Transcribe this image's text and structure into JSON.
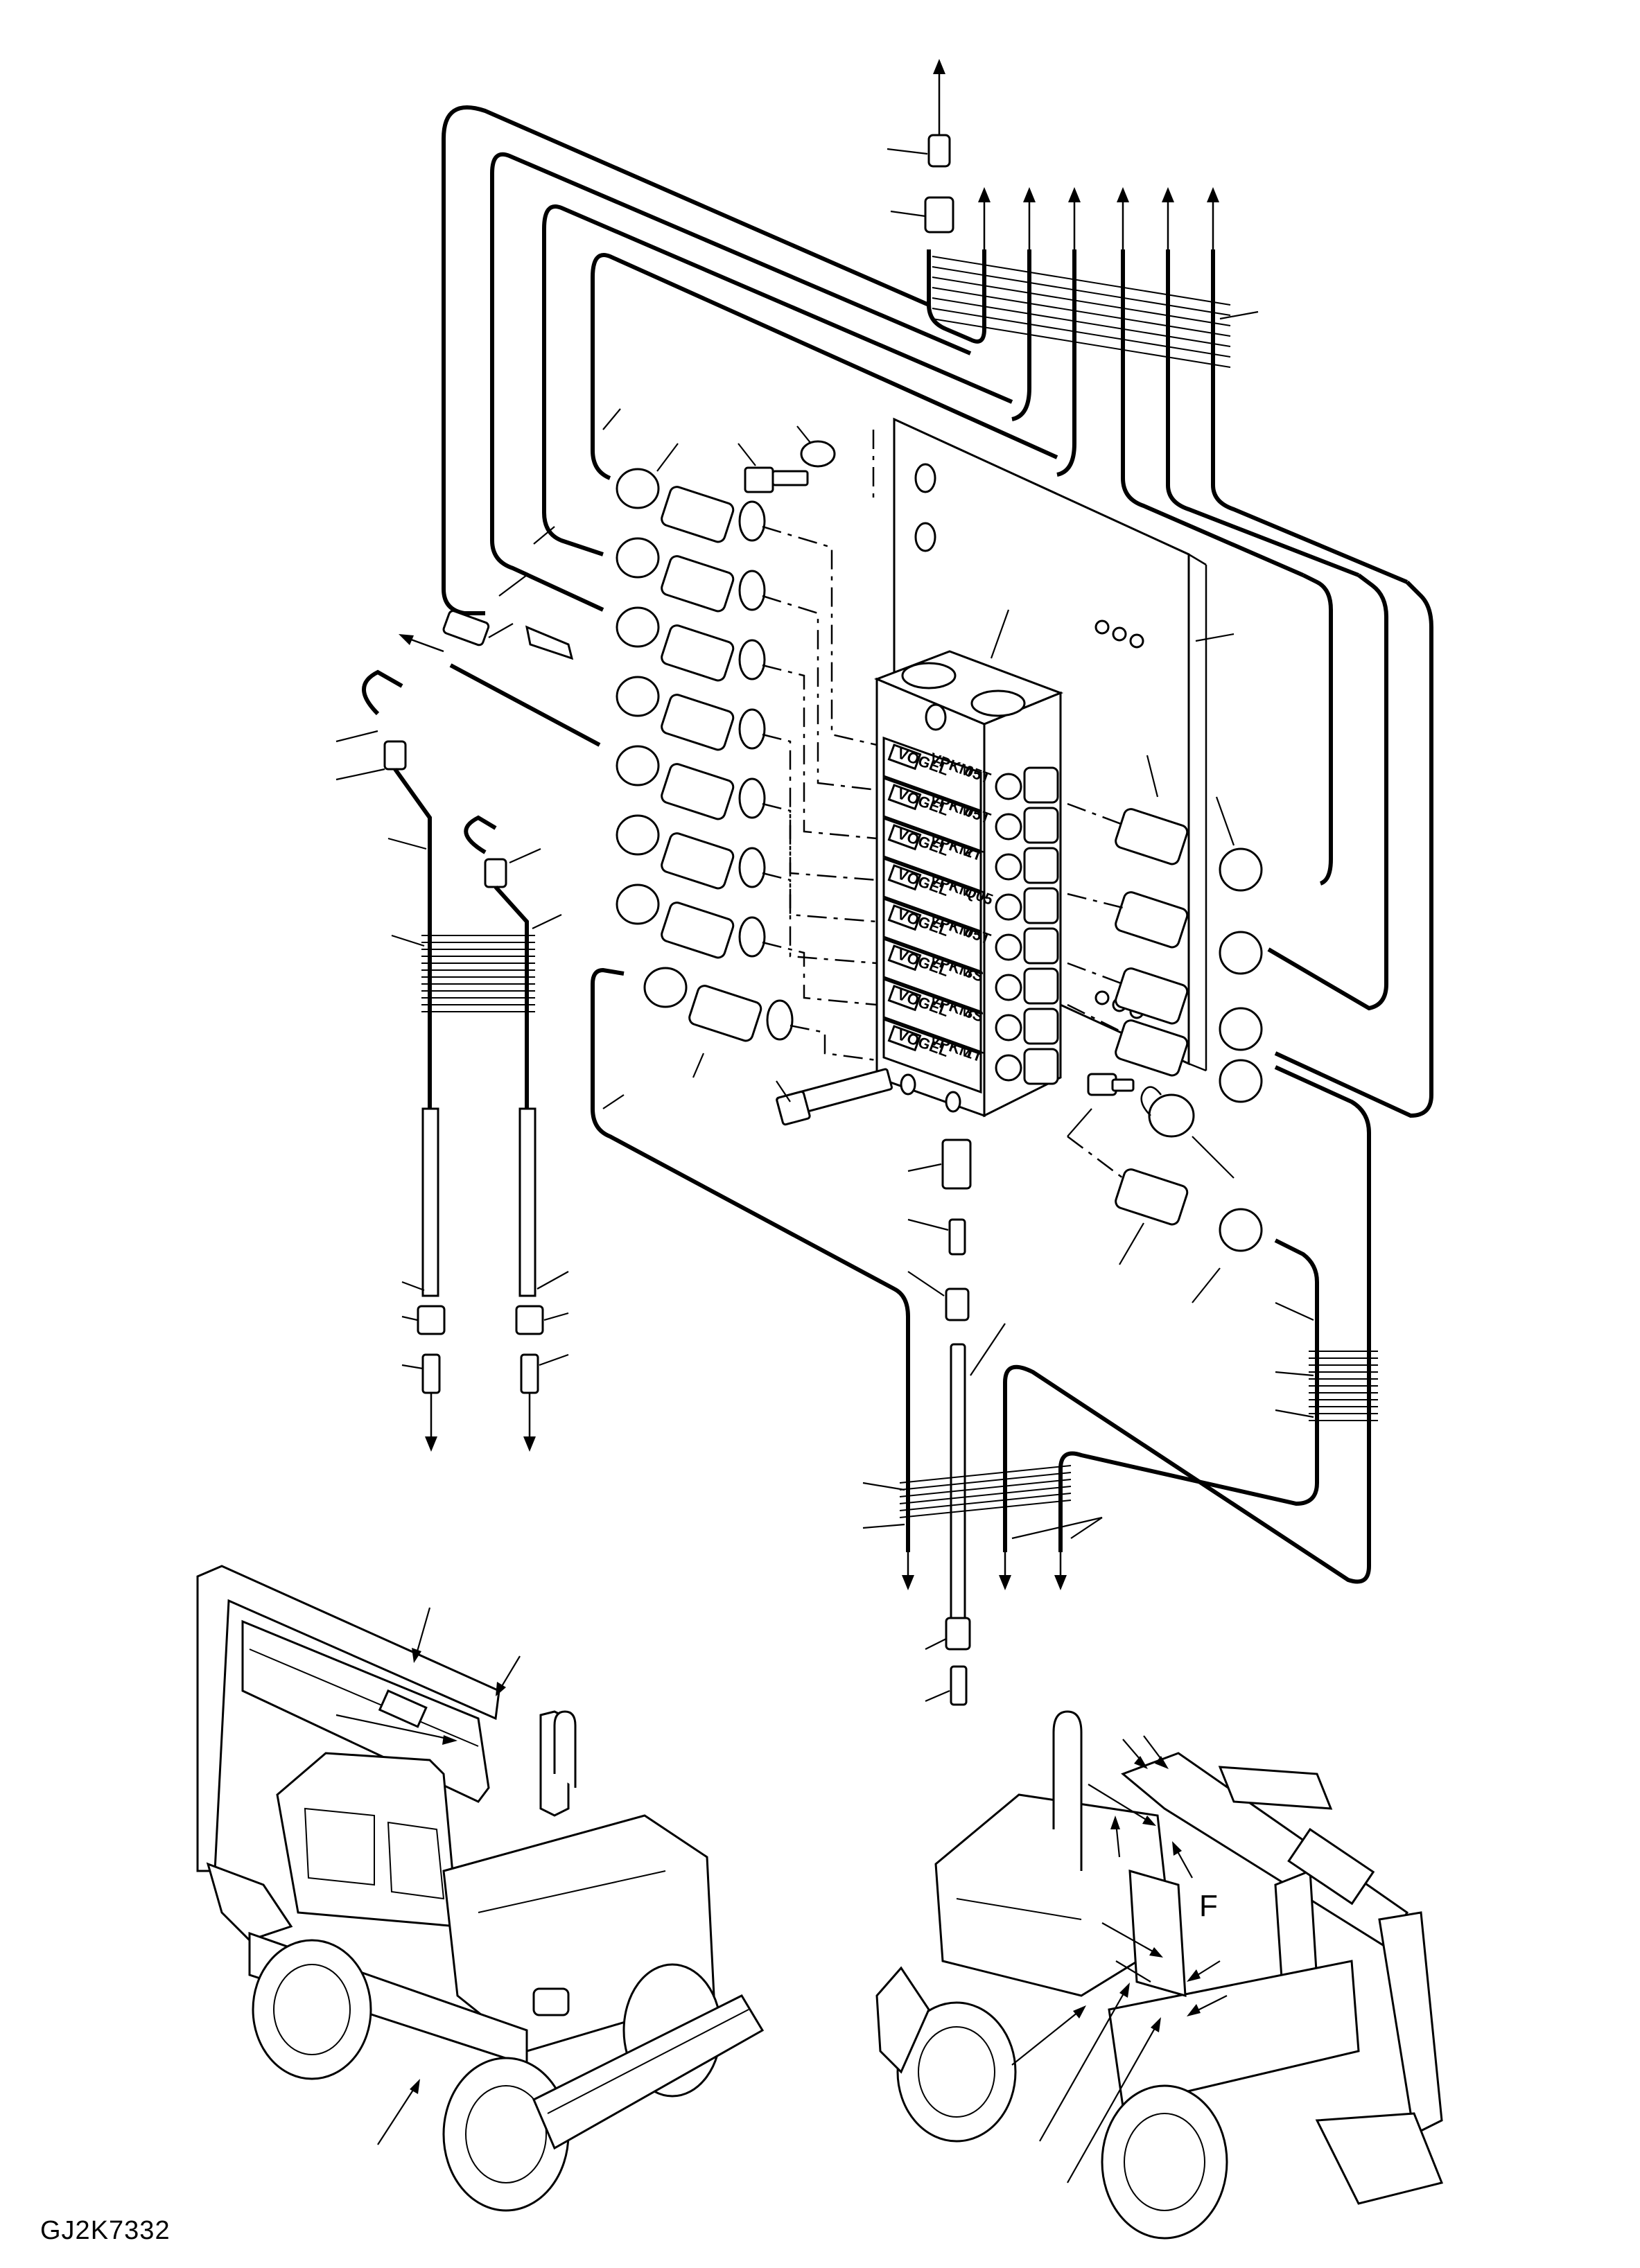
{
  "drawing": {
    "code": "GJ2K7332"
  },
  "distributor": {
    "brand": "VOGEL",
    "sections": [
      {
        "model": "VPKM",
        "size": "05T"
      },
      {
        "model": "VPKM",
        "size": "05T"
      },
      {
        "model": "VPKM",
        "size": "2T"
      },
      {
        "model": "VPKM",
        "size": "Q05"
      },
      {
        "model": "VPKM",
        "size": "05T"
      },
      {
        "model": "VPKM",
        "size": "3S"
      },
      {
        "model": "VPKM",
        "size": "3S"
      },
      {
        "model": "VPKM",
        "size": "1T"
      }
    ]
  },
  "detail_marker": "F",
  "icons": [
    "flow-arrow-icon"
  ]
}
